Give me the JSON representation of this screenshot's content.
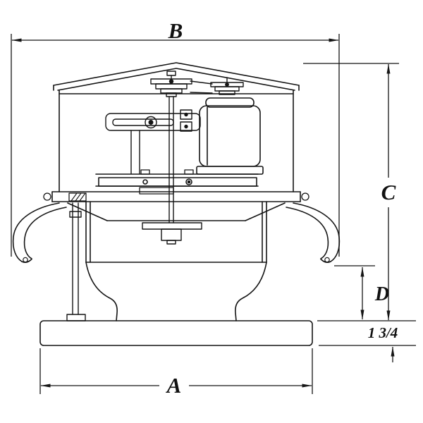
{
  "drawing": {
    "background_color": "#ffffff",
    "line_color": "#151515",
    "labels": {
      "b": "B",
      "c": "C",
      "d": "D",
      "a": "A",
      "fraction": "1 3/4"
    }
  }
}
